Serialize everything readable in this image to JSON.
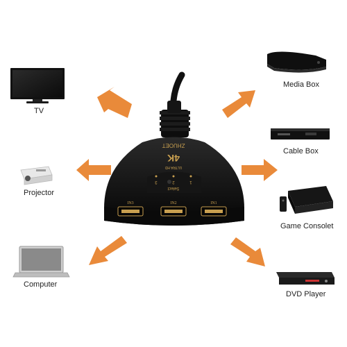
{
  "devices": {
    "tv": "TV",
    "projector": "Projector",
    "computer": "Computer",
    "media_box": "Media Box",
    "cable_box": "Cable Box",
    "game_console": "Game Consolet",
    "dvd_player": "DVD Player"
  },
  "switch": {
    "brand": "ZHUOET",
    "resolution": "4K",
    "resolution_sub": "ULTRA HD",
    "select_label": "Select",
    "indicator_numbers": [
      "3",
      "2",
      "1"
    ],
    "ports": [
      "IN3",
      "IN2",
      "IN1"
    ]
  },
  "colors": {
    "arrow": "#E98A3A",
    "device_body": "#111111",
    "switch_gold": "#C9A050"
  }
}
